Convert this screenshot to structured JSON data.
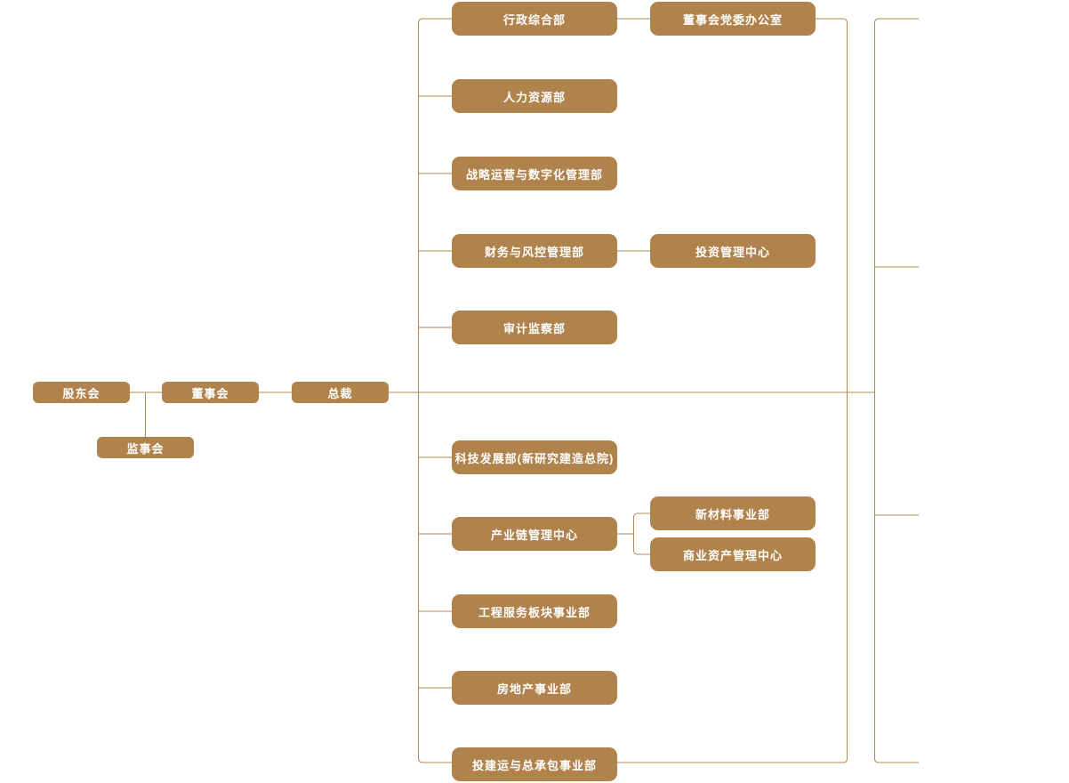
{
  "colors": {
    "node_fill": "#b1834c",
    "connector_line": "#b1874f",
    "node_text": "#ffffff",
    "background": "#ffffff"
  },
  "governance": {
    "shareholders": "股东会",
    "board": "董事会",
    "president": "总裁",
    "supervisory": "监事会"
  },
  "departments": {
    "admin": "行政综合部",
    "hr": "人力资源部",
    "strategy_digital": "战略运营与数字化管理部",
    "finance_risk": "财务与风控管理部",
    "audit": "审计监察部",
    "tech_development": "科技发展部(新研究建造总院)",
    "industry_chain": "产业链管理中心",
    "engineering_services": "工程服务板块事业部",
    "real_estate": "房地产事业部",
    "invest_build_epc": "投建运与总承包事业部"
  },
  "sub_departments": {
    "party_office": "董事会党委办公室",
    "investment_center": "投资管理中心",
    "new_materials": "新材料事业部",
    "commercial_assets": "商业资产管理中心"
  }
}
